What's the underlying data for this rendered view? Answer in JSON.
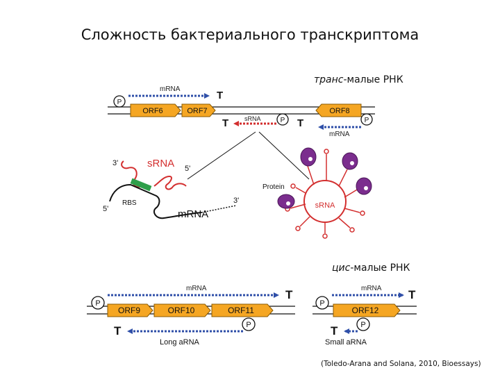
{
  "title": "Сложность бактериального транскриптома",
  "trans_heading": {
    "italic": "транс",
    "rest": "-малые РНК"
  },
  "cis_heading": {
    "italic": "цис",
    "rest": "-малые РНК"
  },
  "citation": "(Toledo-Arana and Solana, 2010, Bioessays)",
  "labels": {
    "p": "P",
    "t": "T",
    "mrna_lower": "mRNA",
    "srna_lower": "sRNA",
    "mrna_upper": "mRNA",
    "srna_upper": "sRNA",
    "prime3": "3'",
    "prime5": "5'",
    "rbs": "RBS",
    "protein": "Protein",
    "long_arna": "Long aRNA",
    "small_arna": "Small aRNA"
  },
  "orfs": {
    "orf6": "ORF6",
    "orf7": "ORF7",
    "orf8": "ORF8",
    "orf9": "ORF9",
    "orf10": "ORF10",
    "orf11": "ORF11",
    "orf12": "ORF12"
  },
  "colors": {
    "orf_fill": "#f5a623",
    "mrna_arrow": "#2f4fa8",
    "srna_arrow": "#d32f2f",
    "protein": "#7b2d8e",
    "rbs": "#2e9e4a",
    "line": "#111111"
  }
}
